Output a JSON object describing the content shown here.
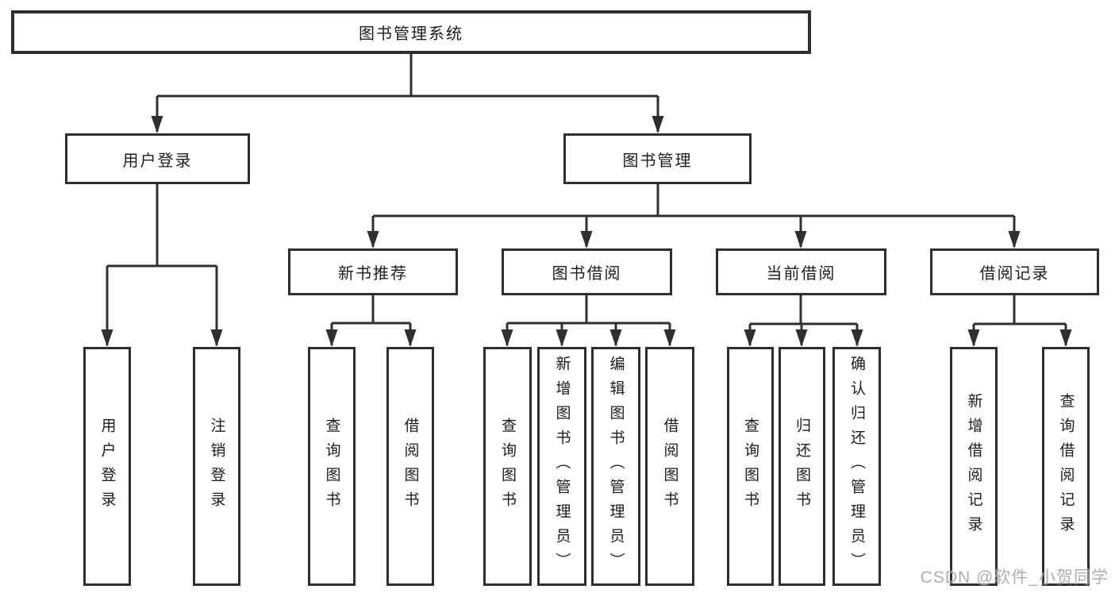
{
  "diagram": {
    "type": "hierarchy-tree",
    "tree": {
      "root": {
        "label": "图书管理系统"
      },
      "branches": [
        {
          "label": "用户登录",
          "children": [
            {
              "label": "用户登录"
            },
            {
              "label": "注销登录"
            }
          ]
        },
        {
          "label": "图书管理",
          "children": [
            {
              "label": "新书推荐",
              "children": [
                {
                  "label": "查询图书"
                },
                {
                  "label": "借阅图书"
                }
              ]
            },
            {
              "label": "图书借阅",
              "children": [
                {
                  "label": "查询图书"
                },
                {
                  "label": "新增图书（管理员）"
                },
                {
                  "label": "编辑图书（管理员）"
                },
                {
                  "label": "借阅图书"
                }
              ]
            },
            {
              "label": "当前借阅",
              "children": [
                {
                  "label": "查询图书"
                },
                {
                  "label": "归还图书"
                },
                {
                  "label": "确认归还（管理员）"
                }
              ]
            },
            {
              "label": "借阅记录",
              "children": [
                {
                  "label": "新增借阅记录"
                },
                {
                  "label": "查询借阅记录"
                }
              ]
            }
          ]
        }
      ]
    },
    "colors": {
      "line": "#2f2f2f",
      "box_border": "#2f2f2f",
      "box_fill": "#ffffff",
      "text": "#1c1c1c",
      "watermark": "#a0a0a0",
      "background": "#ffffff"
    }
  },
  "watermark": "CSDN @软件_小贺同学"
}
